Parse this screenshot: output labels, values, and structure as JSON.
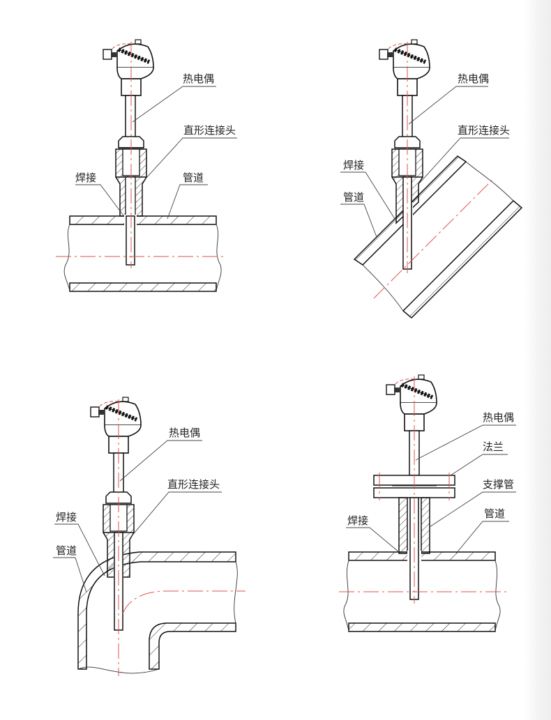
{
  "diagrams": [
    {
      "id": "straight-pipe-vertical",
      "labels": {
        "thermocouple": "热电偶",
        "connector": "直形连接头",
        "weld": "焊接",
        "pipe": "管道"
      }
    },
    {
      "id": "inclined-pipe",
      "labels": {
        "thermocouple": "热电偶",
        "connector": "直形连接头",
        "weld": "焊接",
        "pipe": "管道"
      }
    },
    {
      "id": "elbow-pipe",
      "labels": {
        "thermocouple": "热电偶",
        "connector": "直形连接头",
        "weld": "焊接",
        "pipe": "管道"
      }
    },
    {
      "id": "flange-support-tube",
      "labels": {
        "thermocouple": "热电偶",
        "flange": "法兰",
        "support_tube": "支撑管",
        "weld": "焊接",
        "pipe": "管道"
      }
    }
  ],
  "colors": {
    "line": "#111111",
    "centerline": "#d9534f",
    "background": "#ffffff"
  }
}
